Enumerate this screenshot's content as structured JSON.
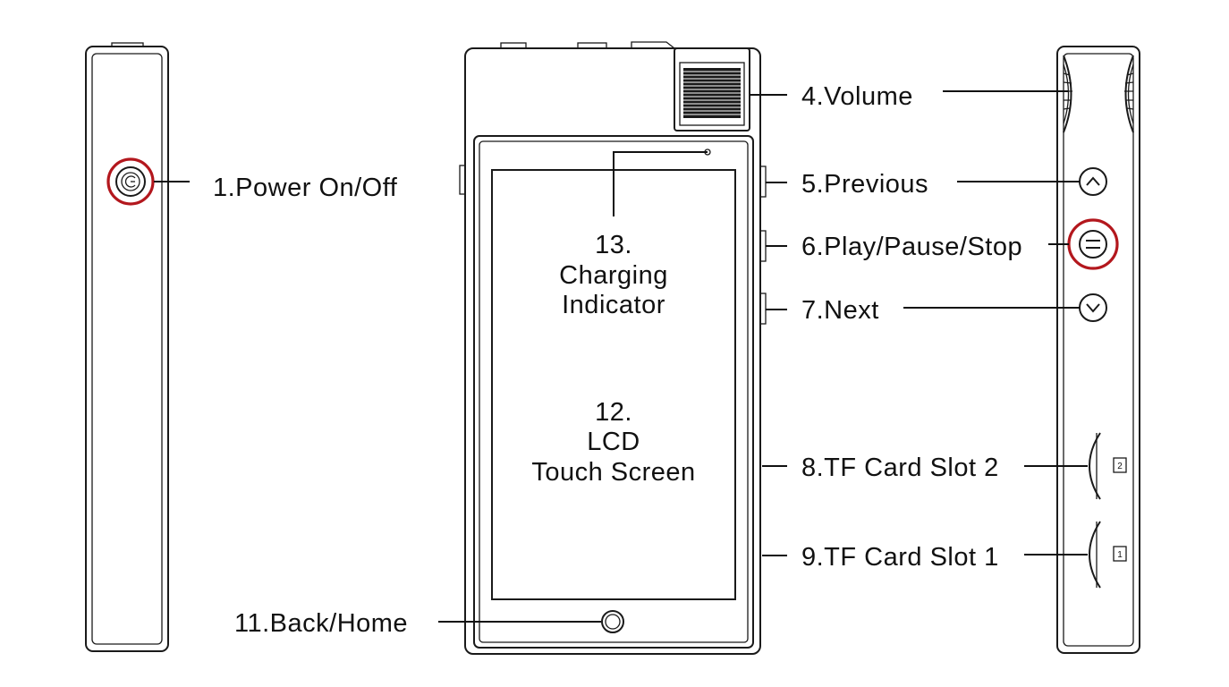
{
  "diagram": {
    "colors": {
      "outline": "#1a1a1a",
      "highlight": "#b3171d",
      "background": "#ffffff"
    },
    "labels": {
      "power": "1.Power On/Off",
      "volume": "4.Volume",
      "previous": "5.Previous",
      "play": "6.Play/Pause/Stop",
      "next": "7.Next",
      "tf2": "8.TF Card Slot 2",
      "tf1": "9.TF Card Slot 1",
      "back": "11.Back/Home",
      "charging_line1": "13.",
      "charging_line2": "Charging",
      "charging_line3": "Indicator",
      "lcd_line1": "12.",
      "lcd_line2": "LCD",
      "lcd_line3": "Touch Screen"
    },
    "slot_marks": {
      "slot2": "2",
      "slot1": "1"
    },
    "icons": [
      "power-icon",
      "previous-icon",
      "play-pause-stop-icon",
      "next-icon",
      "home-button-icon"
    ]
  }
}
